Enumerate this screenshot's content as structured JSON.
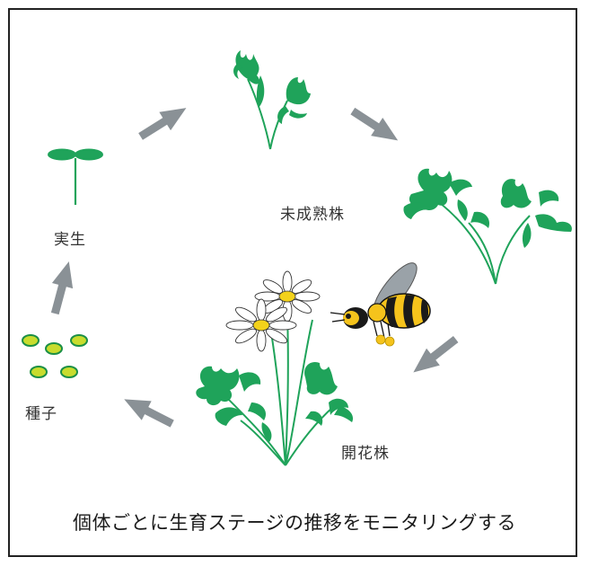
{
  "labels": {
    "seedling": "実生",
    "immature": "未成熟株",
    "flowering": "開花株",
    "seed": "種子"
  },
  "caption": "個体ごとに生育ステージの推移をモニタリングする",
  "colors": {
    "leaf": "#1fa35a",
    "stem": "#1fa35a",
    "arrow": "#8a9196",
    "seed_fill": "#c8dc2e",
    "seed_stroke": "#1a8f45",
    "petal": "#ffffff",
    "flower_center": "#f3d21a",
    "bee_yellow": "#f5c31c",
    "bee_black": "#1a1a1a",
    "bee_wing": "#9aa2a8"
  }
}
